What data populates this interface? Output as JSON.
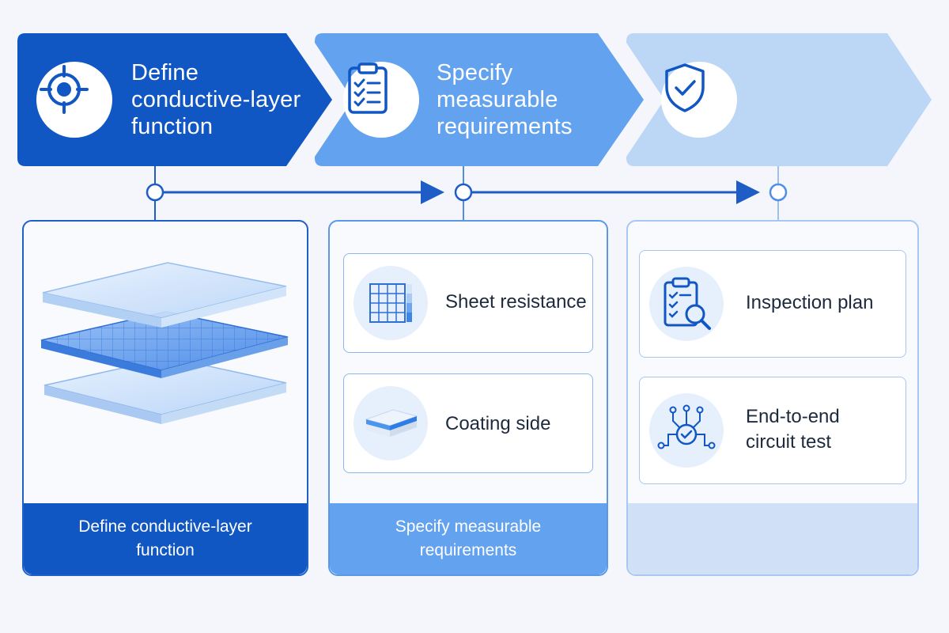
{
  "steps": [
    {
      "title": "Define conductive-layer function",
      "icon": "target-icon",
      "color": "#1157c4"
    },
    {
      "title": "Specify measurable requirements",
      "icon": "clipboard-checklist-icon",
      "color": "#62a2ef"
    },
    {
      "title": "",
      "icon": "shield-check-icon",
      "color": "#bcd6f6"
    }
  ],
  "panels": [
    {
      "illustration": "layered-conductive-glass-stack",
      "footer": "Define conductive-layer function"
    },
    {
      "cards": [
        {
          "label": "Sheet resistance",
          "icon": "grid-resistance-icon"
        },
        {
          "label": "Coating side",
          "icon": "coated-substrate-icon"
        }
      ],
      "footer": "Specify measurable requirements"
    },
    {
      "cards": [
        {
          "label": "Inspection plan",
          "icon": "clipboard-magnifier-icon"
        },
        {
          "label": "End-to-end circuit test",
          "icon": "circuit-check-icon"
        }
      ],
      "footer": ""
    }
  ],
  "colors": {
    "dark_blue": "#1157c4",
    "mid_blue": "#62a2ef",
    "light_blue": "#bcd6f6",
    "connector": "#1e5cc6"
  }
}
